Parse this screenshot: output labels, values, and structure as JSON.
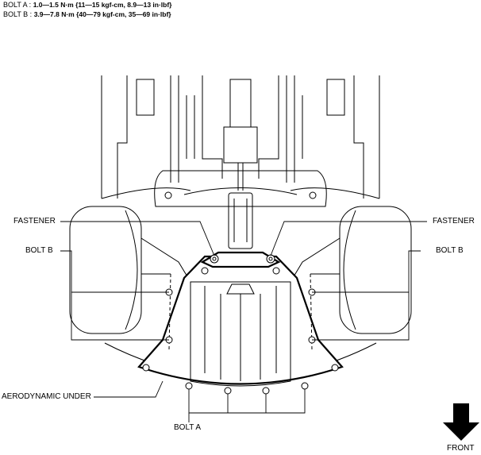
{
  "torque_specs": [
    {
      "label": "BOLT A :",
      "value": "1.0—1.5 N·m {11—15 kgf-cm, 8.9—13 in·lbf}"
    },
    {
      "label": "BOLT B :",
      "value": "3.9—7.8 N·m {40—79 kgf-cm, 35—69 in·lbf}"
    }
  ],
  "callouts": {
    "fastener_left": "FASTENER",
    "fastener_right": "FASTENER",
    "bolt_b_left": "BOLT B",
    "bolt_b_right": "BOLT B",
    "aerodynamic_under": "AERODYNAMIC UNDER",
    "bolt_a": "BOLT A",
    "front": "FRONT"
  },
  "icons": {
    "direction_arrow": "down-arrow-icon"
  }
}
